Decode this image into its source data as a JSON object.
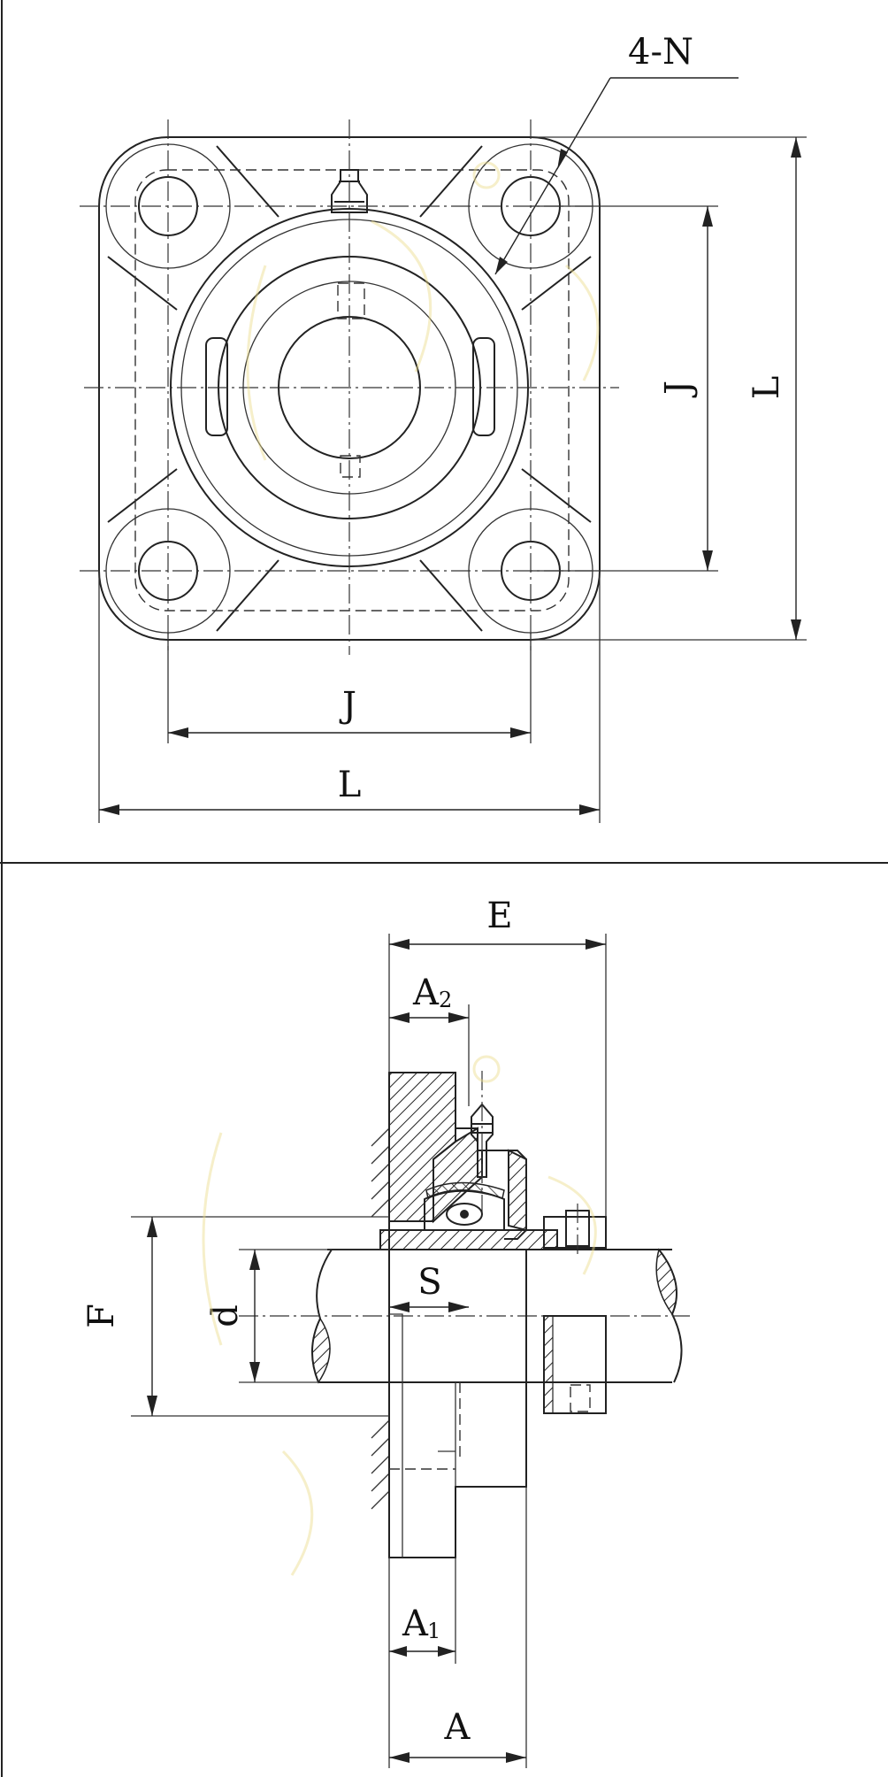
{
  "top_view": {
    "label_holes": "4-N",
    "label_pitch_vertical": "J",
    "label_length_vertical": "L",
    "label_pitch_horizontal": "J",
    "label_length_horizontal": "L"
  },
  "side_view": {
    "label_E": "E",
    "label_A2": "A",
    "label_A2_sub": "2",
    "label_F": "F",
    "label_d": "d",
    "label_S": "S",
    "label_A1": "A",
    "label_A1_sub": "1",
    "label_A": "A"
  },
  "colors": {
    "line": "#222222",
    "watermark": "#e9d98a",
    "background": "#ffffff"
  }
}
